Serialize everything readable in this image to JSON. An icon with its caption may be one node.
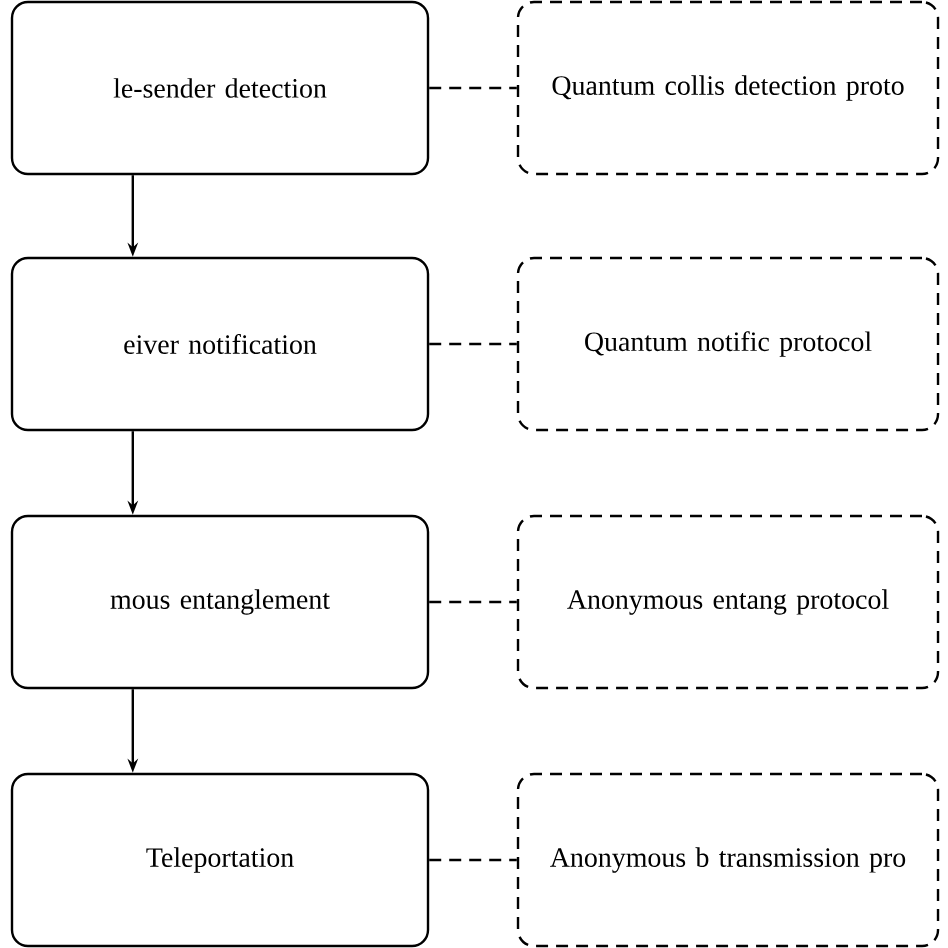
{
  "diagram": {
    "nodes": [
      {
        "text": [
          "le-sender detection"
        ]
      },
      {
        "text": [
          "Quantum collis detection proto"
        ]
      },
      {
        "text": [
          "eiver notification"
        ]
      },
      {
        "text": [
          "Quantum notific protocol"
        ]
      },
      {
        "text": [
          "mous entanglement"
        ]
      },
      {
        "text": [
          "Anonymous entang protocol"
        ]
      },
      {
        "text": [
          "Teleportation"
        ]
      },
      {
        "text": [
          "Anonymous b transmission pro"
        ]
      }
    ],
    "edges": [
      {
        "from": 0,
        "to": 1,
        "arrow": "none",
        "style": "dashed"
      },
      {
        "from": 0,
        "to": 2,
        "arrow": "to"
      },
      {
        "from": 2,
        "to": 3,
        "arrow": "none",
        "style": "dashed"
      },
      {
        "from": 2,
        "to": 4,
        "arrow": "to"
      },
      {
        "from": 4,
        "to": 5,
        "arrow": "none",
        "style": "dashed"
      },
      {
        "from": 4,
        "to": 6,
        "arrow": "to"
      },
      {
        "from": 6,
        "to": 7,
        "arrow": "none",
        "style": "dashed"
      }
    ]
  }
}
